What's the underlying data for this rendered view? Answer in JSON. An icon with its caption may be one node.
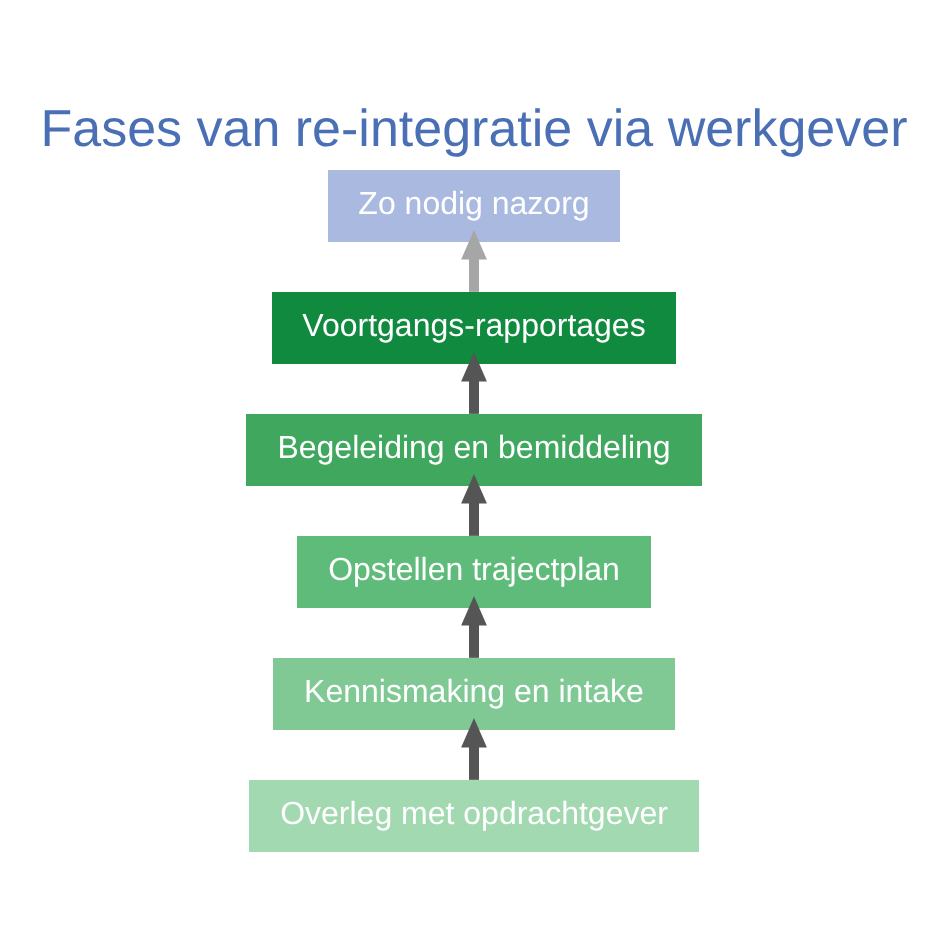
{
  "diagram": {
    "title": "Fases van re-integratie via werkgever",
    "nodes": [
      {
        "text": [
          "Overleg met opdrachtgever"
        ]
      },
      {
        "text": [
          "Kennismaking en intake"
        ]
      },
      {
        "text": [
          "Opstellen trajectplan"
        ]
      },
      {
        "text": [
          "Begeleiding en bemiddeling"
        ]
      },
      {
        "text": [
          "Voortgangs-rapportages"
        ]
      },
      {
        "text": [
          "Zo nodig nazorg"
        ]
      }
    ],
    "edges": [
      {
        "from": 0,
        "to": 1,
        "arrow": "to"
      },
      {
        "from": 1,
        "to": 2,
        "arrow": "to"
      },
      {
        "from": 2,
        "to": 3,
        "arrow": "to"
      },
      {
        "from": 3,
        "to": 4,
        "arrow": "to"
      },
      {
        "from": 4,
        "to": 5,
        "arrow": "to",
        "color": "#a6a6a6"
      }
    ]
  }
}
